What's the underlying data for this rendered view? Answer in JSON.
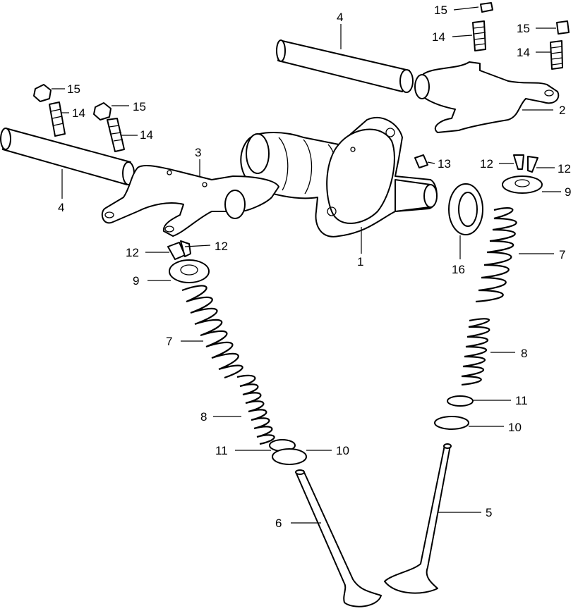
{
  "diagram": {
    "callouts": {
      "c15a": "15",
      "c14a": "14",
      "c15b": "15",
      "c14b": "14",
      "c4top": "4",
      "c2": "2",
      "c15c": "15",
      "c14c": "14",
      "c15d": "15",
      "c14d": "14",
      "c3": "3",
      "c4left": "4",
      "c13": "13",
      "c12ra": "12",
      "c12rb": "12",
      "c9r": "9",
      "c12la": "12",
      "c12lb": "12",
      "c1": "1",
      "c16": "16",
      "c9l": "9",
      "c7r": "7",
      "c7l": "7",
      "c8r": "8",
      "c8l": "8",
      "c11r": "11",
      "c10r": "10",
      "c11l": "11",
      "c10l": "10",
      "c6": "6",
      "c5": "5"
    }
  }
}
